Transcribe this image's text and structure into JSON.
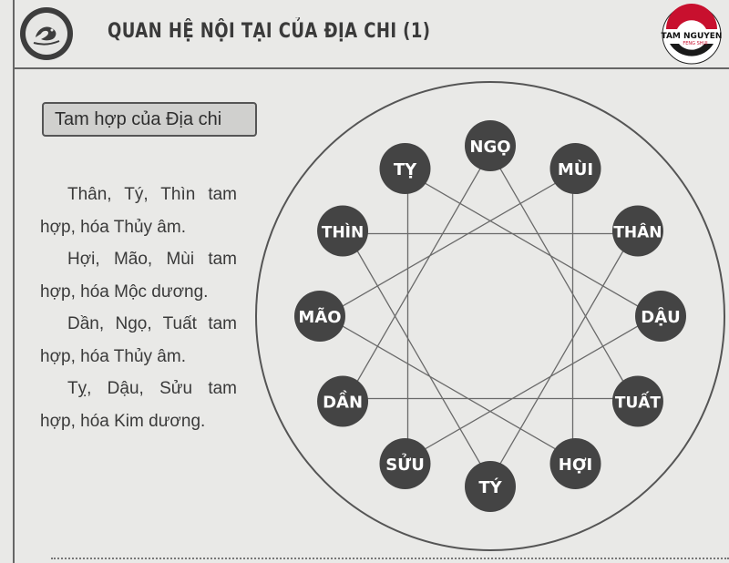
{
  "header": {
    "title": "QUAN HỆ NỘI TẠI CỦA ĐỊA CHI (1)",
    "logo_text": "TAM NGUYEN",
    "logo_subtext": "FENG SHUI"
  },
  "subtitle": "Tam hợp của Địa chi",
  "paragraphs": [
    {
      "line1": "Thân, Tý, Thìn tam",
      "line2": "hợp, hóa Thủy âm."
    },
    {
      "line1": "Hợi, Mão, Mùi tam",
      "line2": "hợp, hóa Mộc dương."
    },
    {
      "line1": "Dần, Ngọ, Tuất tam",
      "line2": "hợp, hóa Thủy âm."
    },
    {
      "line1": "Tỵ, Dậu, Sửu tam",
      "line2": "hợp, hóa Kim dương."
    }
  ],
  "diagram": {
    "branches": [
      "NGỌ",
      "MÙI",
      "THÂN",
      "DẬU",
      "TUẤT",
      "HỢI",
      "TÝ",
      "SỬU",
      "DẦN",
      "MÃO",
      "THÌN",
      "TỴ"
    ],
    "triangles": [
      [
        "THÂN",
        "TÝ",
        "THÌN"
      ],
      [
        "HỢI",
        "MÃO",
        "MÙI"
      ],
      [
        "DẦN",
        "NGỌ",
        "TUẤT"
      ],
      [
        "TỴ",
        "DẬU",
        "SỬU"
      ]
    ],
    "colors": {
      "node": "#444444",
      "node_text": "#ffffff",
      "line": "#6a6a6a"
    }
  }
}
